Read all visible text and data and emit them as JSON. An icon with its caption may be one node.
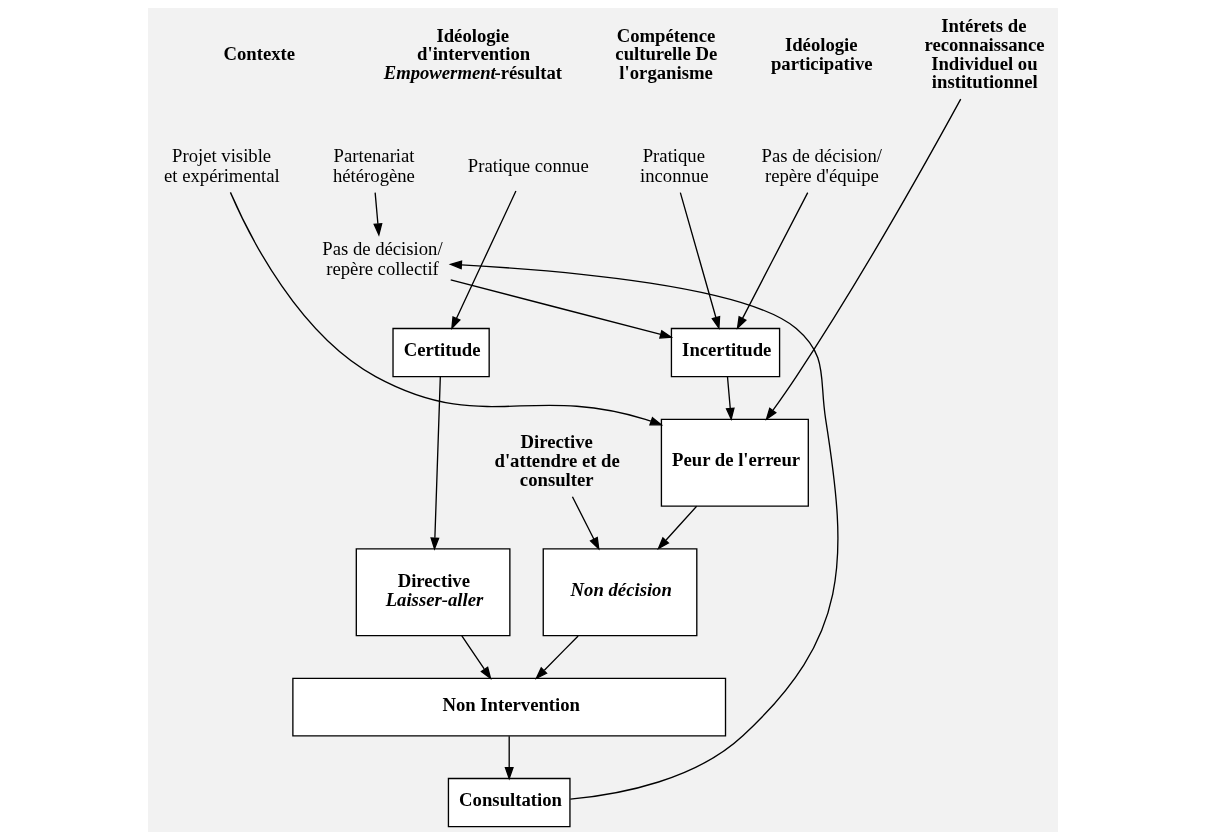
{
  "diagram": {
    "nodes": [
      {
        "text": [
          "Projet visible et expérimental"
        ]
      },
      {
        "text": [
          "Partenariat hétérogène"
        ]
      },
      {
        "text": [
          "Pas de décision/ repère collectif"
        ]
      },
      {
        "text": [
          "Pratique connue"
        ]
      },
      {
        "text": [
          "Pratique inconnue"
        ]
      },
      {
        "text": [
          "Pas de décision/ repère d'équipe"
        ]
      },
      {
        "text": [
          "Intérets de reconnaissance Individuel ou institutionnel"
        ]
      },
      {
        "text": [
          "Certitude"
        ]
      },
      {
        "text": [
          "Incertitude"
        ]
      },
      {
        "text": [
          "Peur de l'erreur"
        ]
      },
      {
        "text": [
          "Directive d'attendre et de consulter"
        ]
      },
      {
        "text": [
          "Directive",
          "Laisser-aller"
        ]
      },
      {
        "text": [
          "Non décision"
        ]
      },
      {
        "text": [
          "Non Intervention"
        ]
      },
      {
        "text": [
          "Consultation"
        ]
      }
    ],
    "edges": [
      {
        "from": 0,
        "to": 9,
        "arrow": "to"
      },
      {
        "from": 1,
        "to": 2,
        "arrow": "to"
      },
      {
        "from": 2,
        "to": 8,
        "arrow": "to"
      },
      {
        "from": 3,
        "to": 7,
        "arrow": "to"
      },
      {
        "from": 4,
        "to": 8,
        "arrow": "to"
      },
      {
        "from": 5,
        "to": 8,
        "arrow": "to"
      },
      {
        "from": 6,
        "to": 9,
        "arrow": "to"
      },
      {
        "from": 7,
        "to": 11,
        "arrow": "to"
      },
      {
        "from": 8,
        "to": 9,
        "arrow": "to"
      },
      {
        "from": 9,
        "to": 12,
        "arrow": "to"
      },
      {
        "from": 10,
        "to": 12,
        "arrow": "to"
      },
      {
        "from": 11,
        "to": 13,
        "arrow": "to"
      },
      {
        "from": 12,
        "to": 13,
        "arrow": "to"
      },
      {
        "from": 13,
        "to": 14,
        "arrow": "to"
      },
      {
        "from": 14,
        "to": 2,
        "arrow": "to"
      }
    ],
    "labels": [
      "Contexte",
      "Idéologie d'intervention *Empowerment*-résultat",
      "Compétence culturelle De l'organisme",
      "Idéologie participative"
    ]
  }
}
